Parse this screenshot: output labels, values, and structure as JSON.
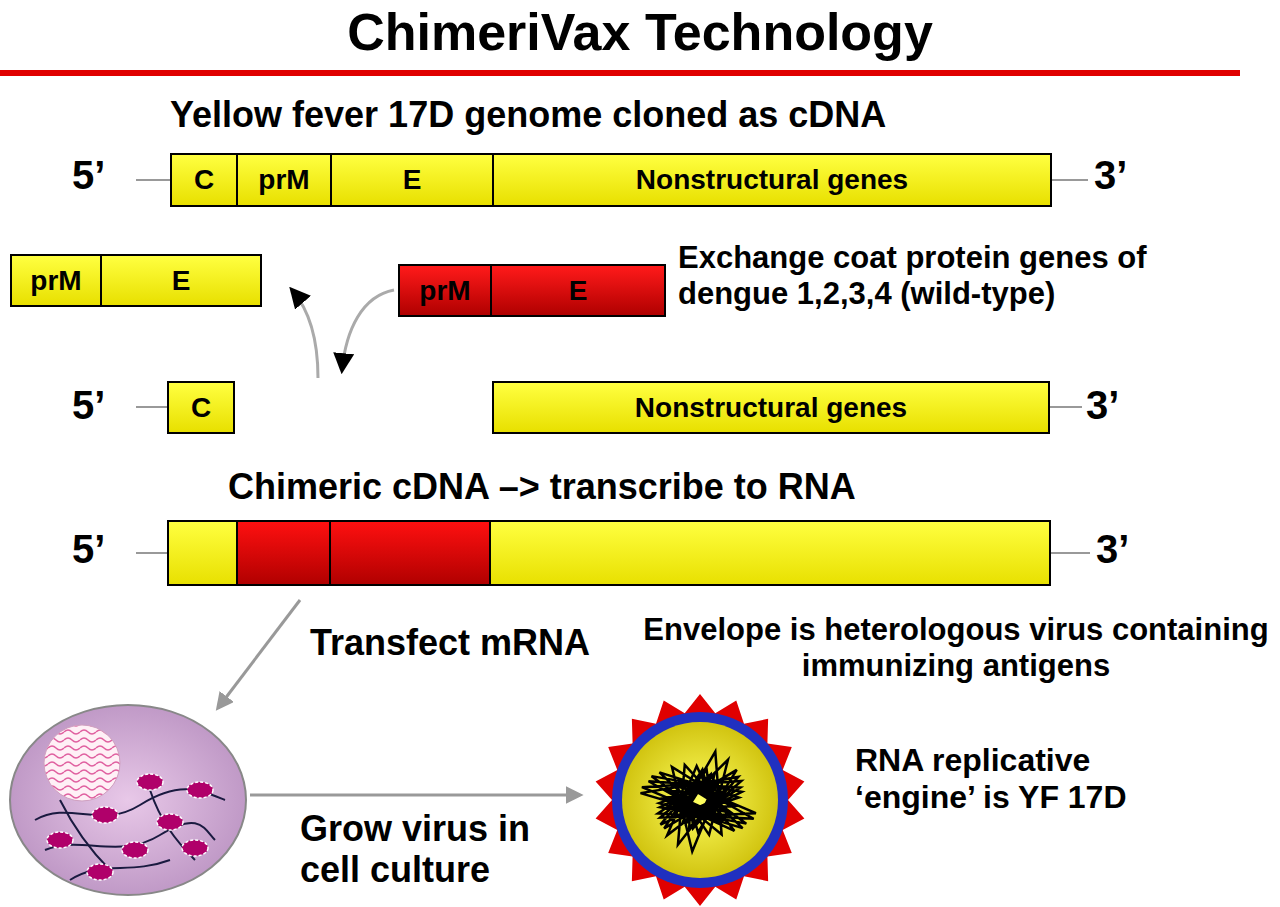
{
  "diagram": {
    "title": "ChimeriVax Technology",
    "nodes": [
      {
        "text": [
          "C"
        ]
      },
      {
        "text": [
          "prM"
        ]
      },
      {
        "text": [
          "E"
        ]
      },
      {
        "text": [
          "Nonstructural genes"
        ]
      },
      {
        "text": [
          "prM"
        ]
      },
      {
        "text": [
          "E"
        ]
      },
      {
        "text": [
          "prM"
        ]
      },
      {
        "text": [
          "E"
        ]
      },
      {
        "text": [
          "C"
        ]
      },
      {
        "text": [
          "Nonstructural genes"
        ]
      }
    ],
    "labels": [
      "Yellow fever 17D genome cloned as cDNA",
      "5’",
      "3’",
      "Exchange coat protein genes of dengue 1,2,3,4 (wild-type)",
      "5’",
      "3’",
      "Chimeric cDNA –> transcribe to RNA",
      "5’",
      "3’",
      "Transfect mRNA",
      "Envelope is heterologous virus containing immunizing antigens",
      "RNA replicative ‘engine’ is YF 17D",
      "Grow virus in cell culture"
    ]
  }
}
